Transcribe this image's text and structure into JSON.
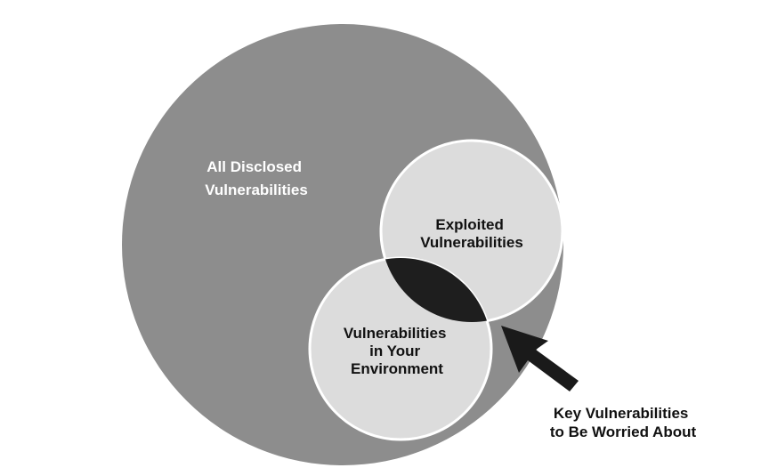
{
  "diagram": {
    "outer_circle_label": [
      "All Disclosed",
      "Vulnerabilities"
    ],
    "exploited_label": [
      "Exploited",
      "Vulnerabilities"
    ],
    "environment_label": [
      "Vulnerabilities",
      "in Your",
      "Environment"
    ],
    "callout_label": [
      "Key Vulnerabilities",
      "to Be Worried About"
    ]
  },
  "colors": {
    "outer_fill": "#8d8d8d",
    "inner_fill": "#dcdcdc",
    "intersection_fill": "#1e1e1e",
    "stroke": "#ffffff",
    "arrow_fill": "#1a1a1a"
  }
}
